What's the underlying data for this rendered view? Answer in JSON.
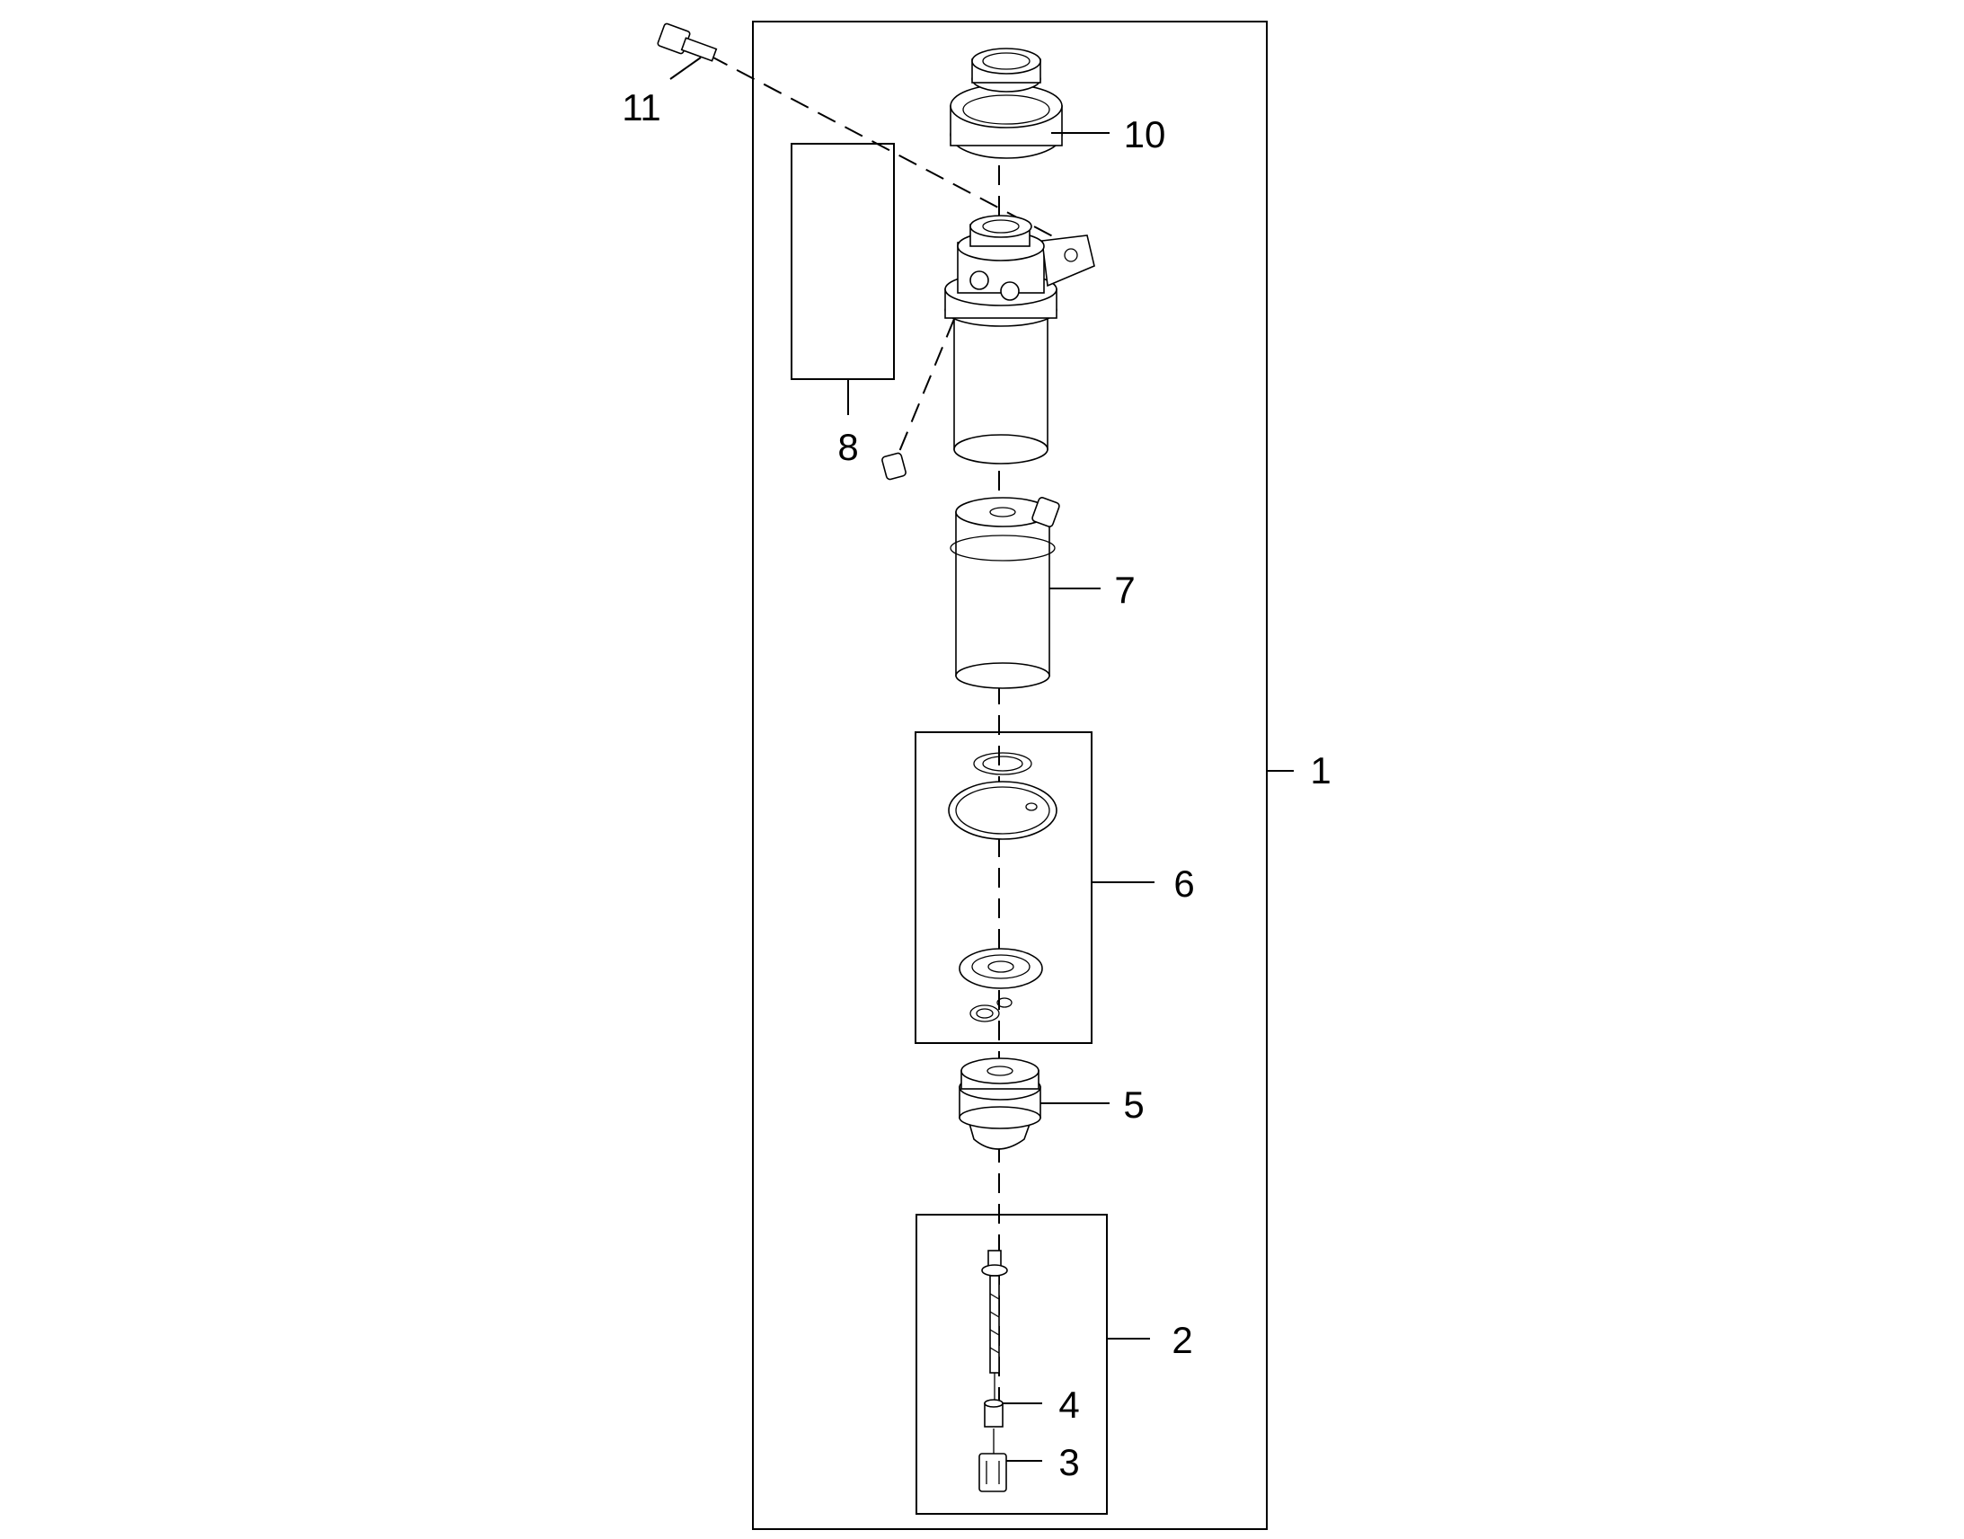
{
  "callouts": {
    "c1": "1",
    "c2": "2",
    "c3": "3",
    "c4": "4",
    "c5": "5",
    "c6": "6",
    "c7": "7",
    "c8": "8",
    "c10": "10",
    "c11": "11"
  }
}
